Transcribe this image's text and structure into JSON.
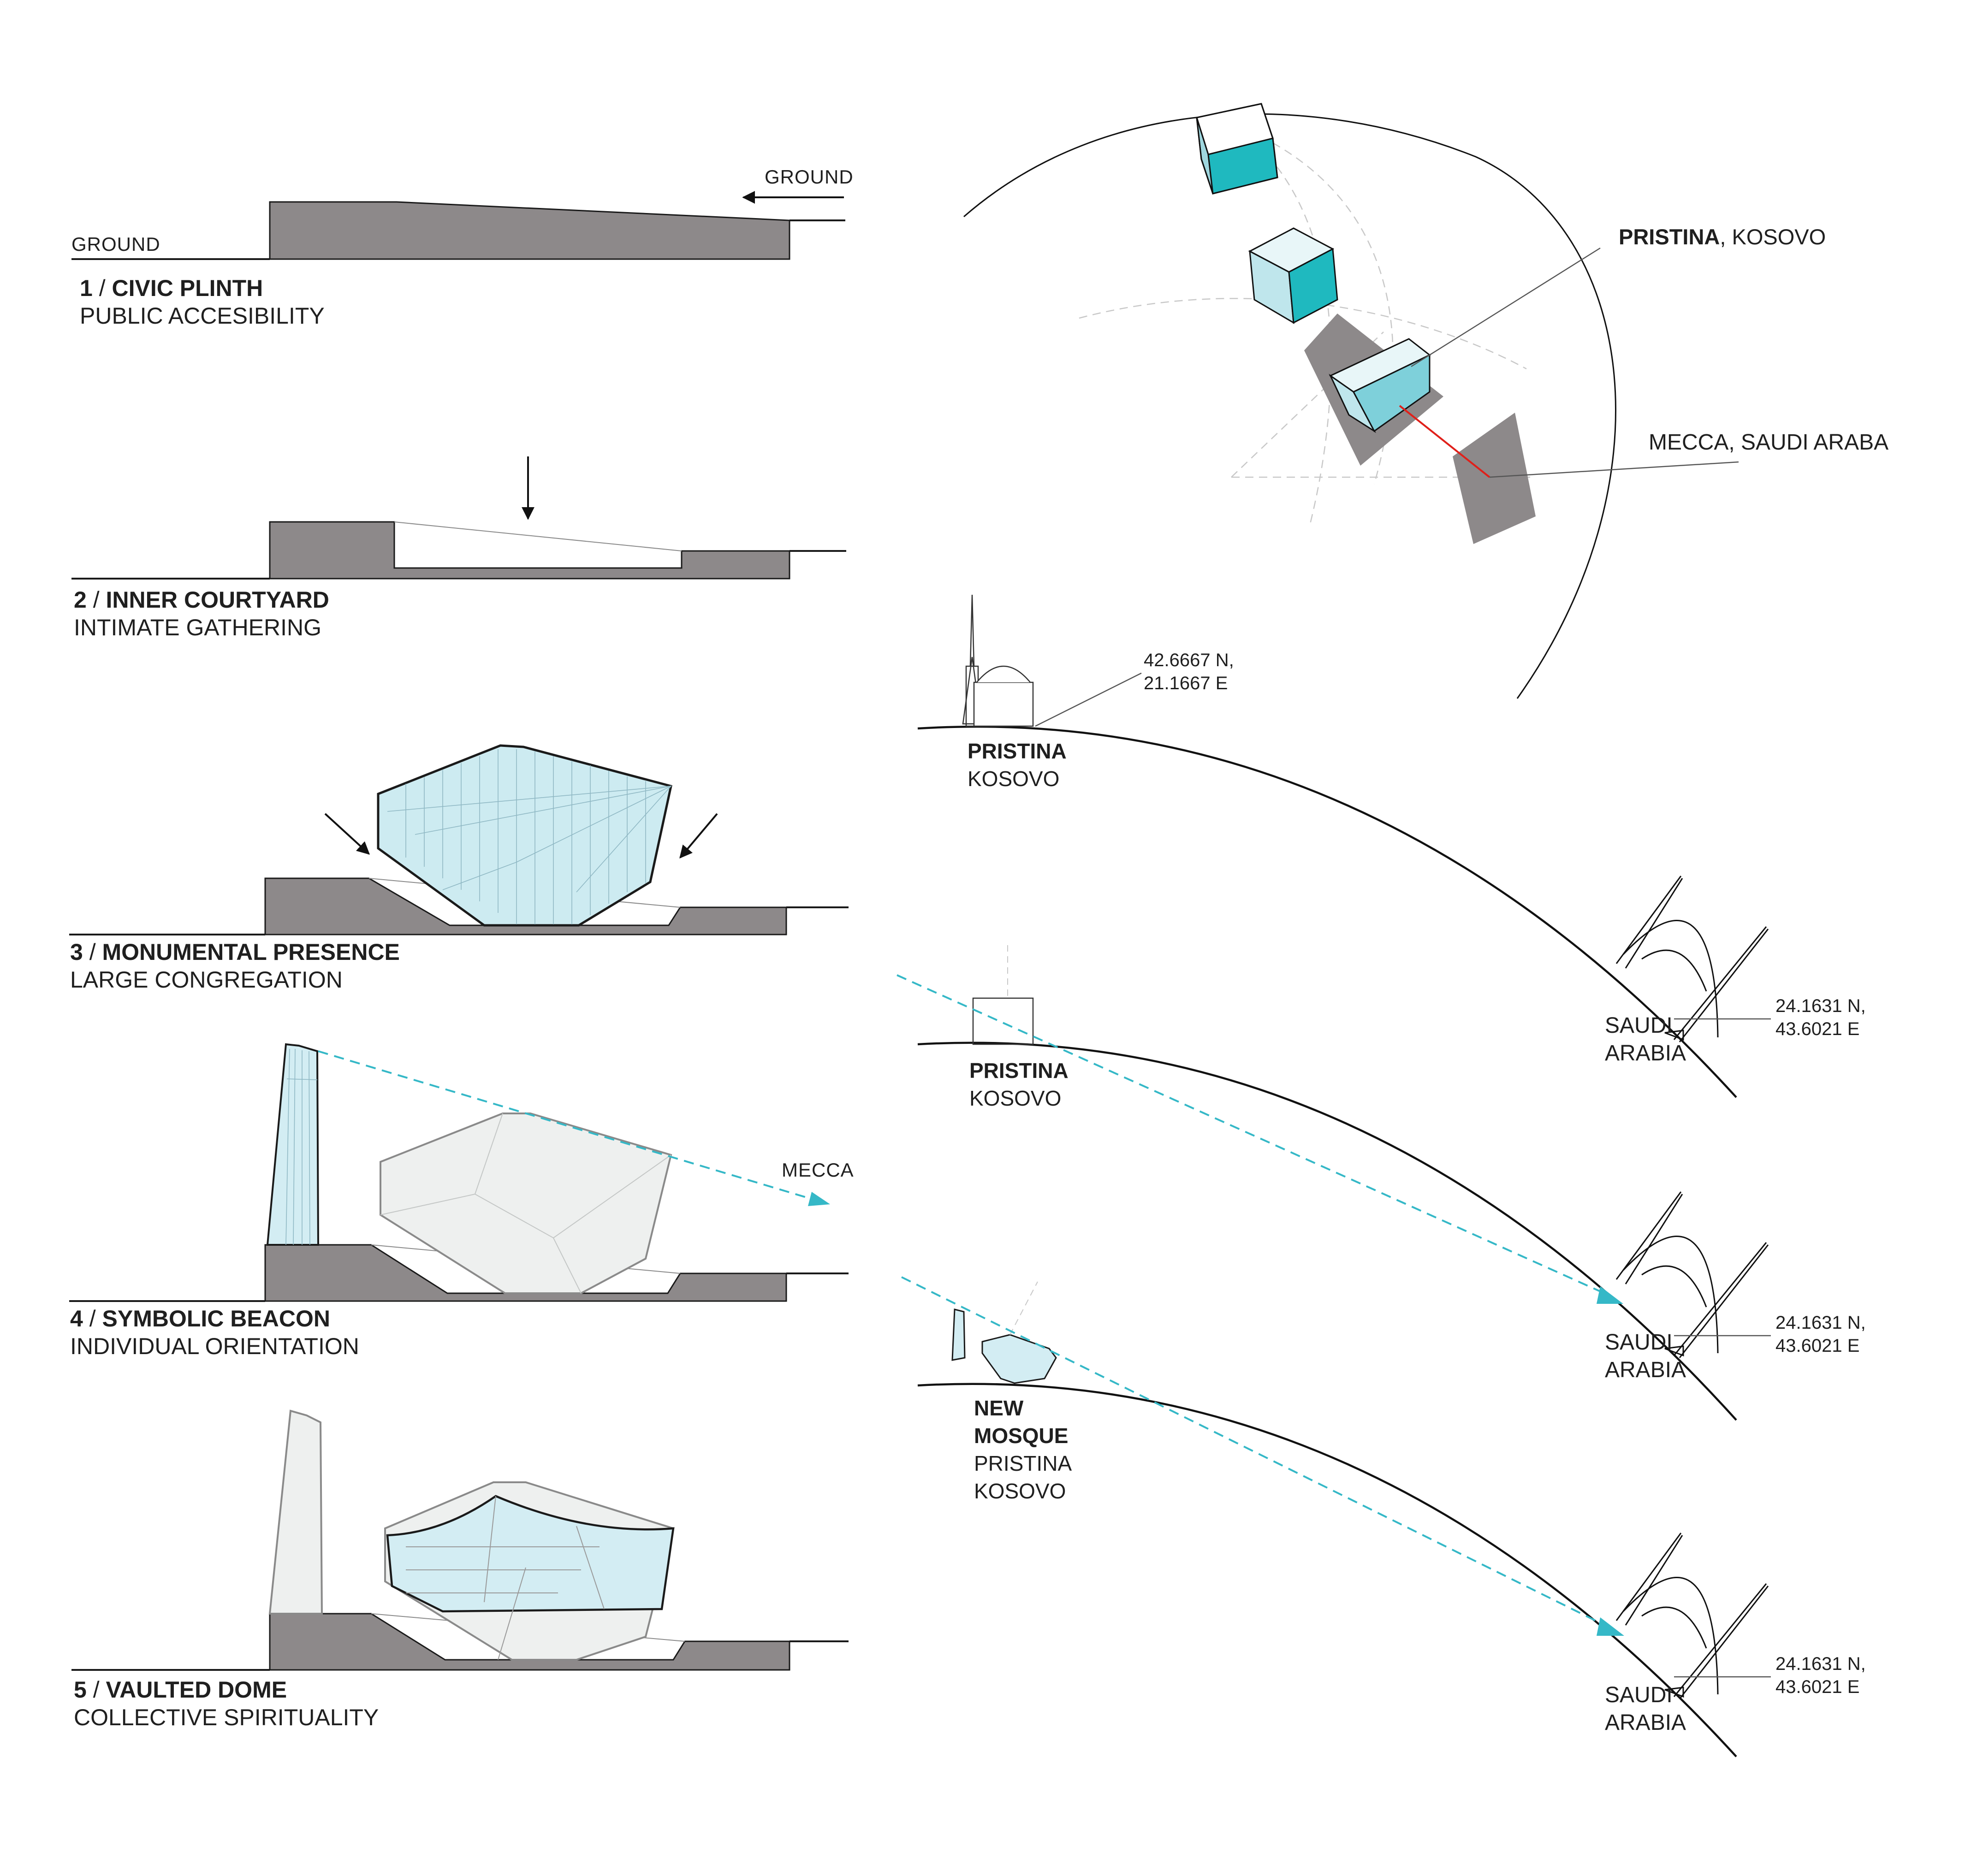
{
  "steps": [
    {
      "number": "1",
      "sep": " / ",
      "title": "CIVIC PLINTH",
      "subtitle": "PUBLIC ACCESIBILITY"
    },
    {
      "number": "2",
      "sep": " /  ",
      "title": "INNER COURTYARD",
      "subtitle": "INTIMATE GATHERING"
    },
    {
      "number": "3",
      "sep": " / ",
      "title": "MONUMENTAL PRESENCE",
      "subtitle": "LARGE CONGREGATION"
    },
    {
      "number": "4",
      "sep": " / ",
      "title": "SYMBOLIC BEACON",
      "subtitle": "INDIVIDUAL ORIENTATION"
    },
    {
      "number": "5",
      "sep": " / ",
      "title": "VAULTED DOME",
      "subtitle": "COLLECTIVE SPIRITUALITY"
    }
  ],
  "ground_left": "GROUND",
  "ground_right": "GROUND",
  "mecca_arrow": "MECCA",
  "globe": {
    "pristina_bold": "PRISTINA",
    "pristina_rest": ", KOSOVO",
    "mecca": "MECCA, SAUDI ARABA"
  },
  "sections": [
    {
      "origin_line1": "PRISTINA",
      "origin_line2": "KOSOVO",
      "origin_line3": "",
      "origin_line4": "",
      "origin_coord1": "42.6667 N,",
      "origin_coord2": "21.1667 E",
      "dest_line1": "SAUDI",
      "dest_line2": "ARABIA",
      "dest_coord1": "24.1631 N,",
      "dest_coord2": "43.6021 E"
    },
    {
      "origin_line1": "PRISTINA",
      "origin_line2": "KOSOVO",
      "origin_line3": "",
      "origin_line4": "",
      "dest_line1": "SAUDI",
      "dest_line2": "ARABIA",
      "dest_coord1": "24.1631 N,",
      "dest_coord2": "43.6021 E"
    },
    {
      "origin_line1": "NEW",
      "origin_line2": "MOSQUE",
      "origin_line3": "PRISTINA",
      "origin_line4": "KOSOVO",
      "dest_line1": "SAUDI",
      "dest_line2": "ARABIA",
      "dest_coord1": "24.1631 N,",
      "dest_coord2": "43.6021 E"
    }
  ],
  "colors": {
    "plinth": "#8d898a",
    "teal": "#1fb9bf",
    "light_teal": "#cdebf1",
    "arrow_teal": "#35b8c7",
    "qibla_red": "#e0201a"
  }
}
